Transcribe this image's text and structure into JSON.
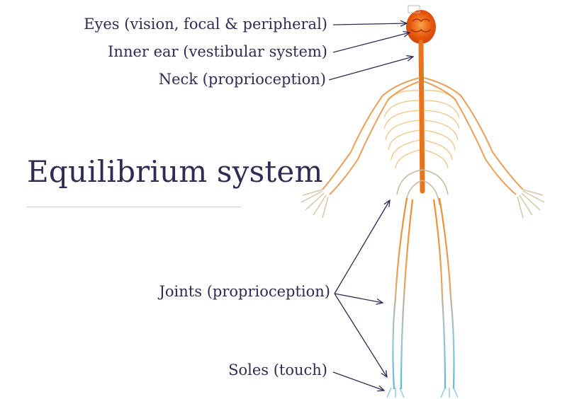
{
  "title": "Equilibrium system",
  "labels": {
    "eyes": "Eyes (vision, focal & peripheral)",
    "inner_ear": "Inner ear (vestibular system)",
    "neck": "Neck (proprioception)",
    "joints": "Joints (proprioception)",
    "soles": "Soles (touch)"
  },
  "colors": {
    "text": "#2e2c55",
    "nerve_upper": "#e07a1a",
    "nerve_lower": "#5fb8d8",
    "brain": "#e8560c"
  }
}
